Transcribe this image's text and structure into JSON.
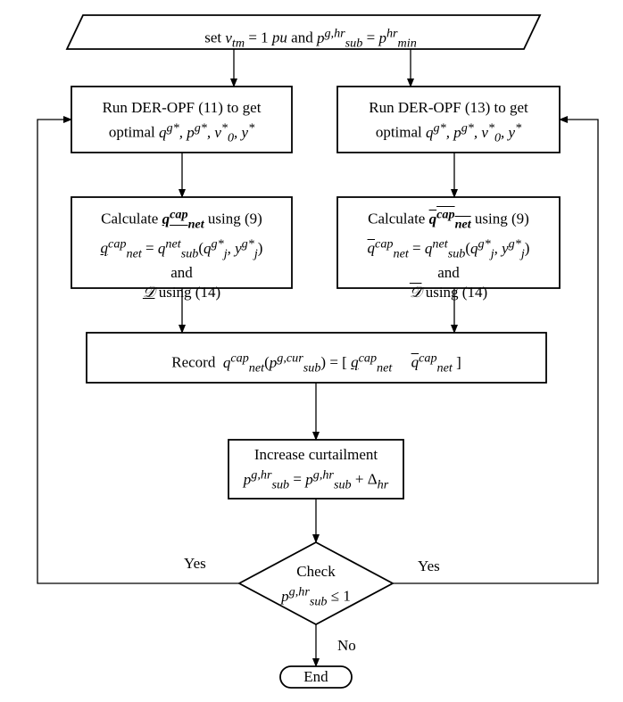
{
  "start": {
    "label": "set v_tm = 1 pu and p_sub^{g,hr} = p_min^{hr}"
  },
  "left": {
    "run": [
      "Run DER-OPF (11) to get",
      "optimal q^{g*}, p^{g*}, v0*, y*"
    ],
    "calc": [
      "Calculate q_net^cap using (9)",
      "q_net^cap = q_sub^net(q_j^{g*}, y_j^{g*})",
      "and",
      "D using (14)"
    ]
  },
  "right": {
    "run": [
      "Run DER-OPF (13) to get",
      "optimal q^{g*}, p^{g*}, v0*, y*"
    ],
    "calc": [
      "Calculate q̄_net^cap using (9)",
      "q̄_net^cap = q_sub^net(q_j^{g*}, y_j^{g*})",
      "and",
      "D̄ using (14)"
    ]
  },
  "record": {
    "label": "Record q_net^cap(p_sub^{g,cur}) = [q_net^cap  q̄_net^cap]"
  },
  "increase": {
    "lines": [
      "Increase curtailment",
      "p_sub^{g,hr} = p_sub^{g,hr} + Δ_hr"
    ]
  },
  "check": {
    "lines": [
      "Check",
      "p_sub^{g,hr} ≤ 1"
    ]
  },
  "edges": {
    "yes_left": "Yes",
    "yes_right": "Yes",
    "no": "No"
  },
  "end": {
    "label": "End"
  }
}
